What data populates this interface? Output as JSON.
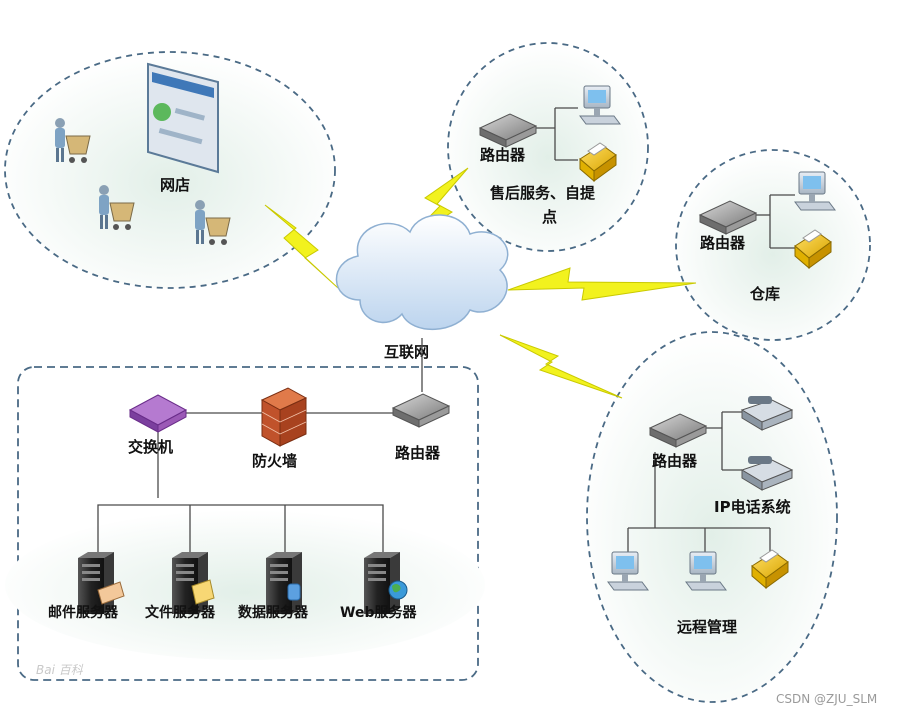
{
  "labels": {
    "online_shop": "网店",
    "after_sales": "售后服务、自提点",
    "after_sales_line1": "售后服务、自提",
    "after_sales_line2": "点",
    "warehouse": "仓库",
    "internet": "互联网",
    "switch": "交换机",
    "firewall": "防火墙",
    "router": "路由器",
    "ip_phone": "IP电话系统",
    "remote_mgmt": "远程管理",
    "mail_server": "邮件服务器",
    "file_server": "文件服务器",
    "data_server": "数据服务器",
    "web_server": "Web服务器"
  },
  "watermark": {
    "baidu": "Bai 百科",
    "csdn": "CSDN @ZJU_SLM"
  },
  "colors": {
    "zone_border": "#4a6a85",
    "zone_fill": "#eef5f1",
    "lightning": "#f2f21e",
    "router": "#8e8e8e",
    "switch": "#9b59b6",
    "firewall": "#c0522b",
    "server": "#2b2b2b",
    "cloud": "#dce9f6"
  }
}
